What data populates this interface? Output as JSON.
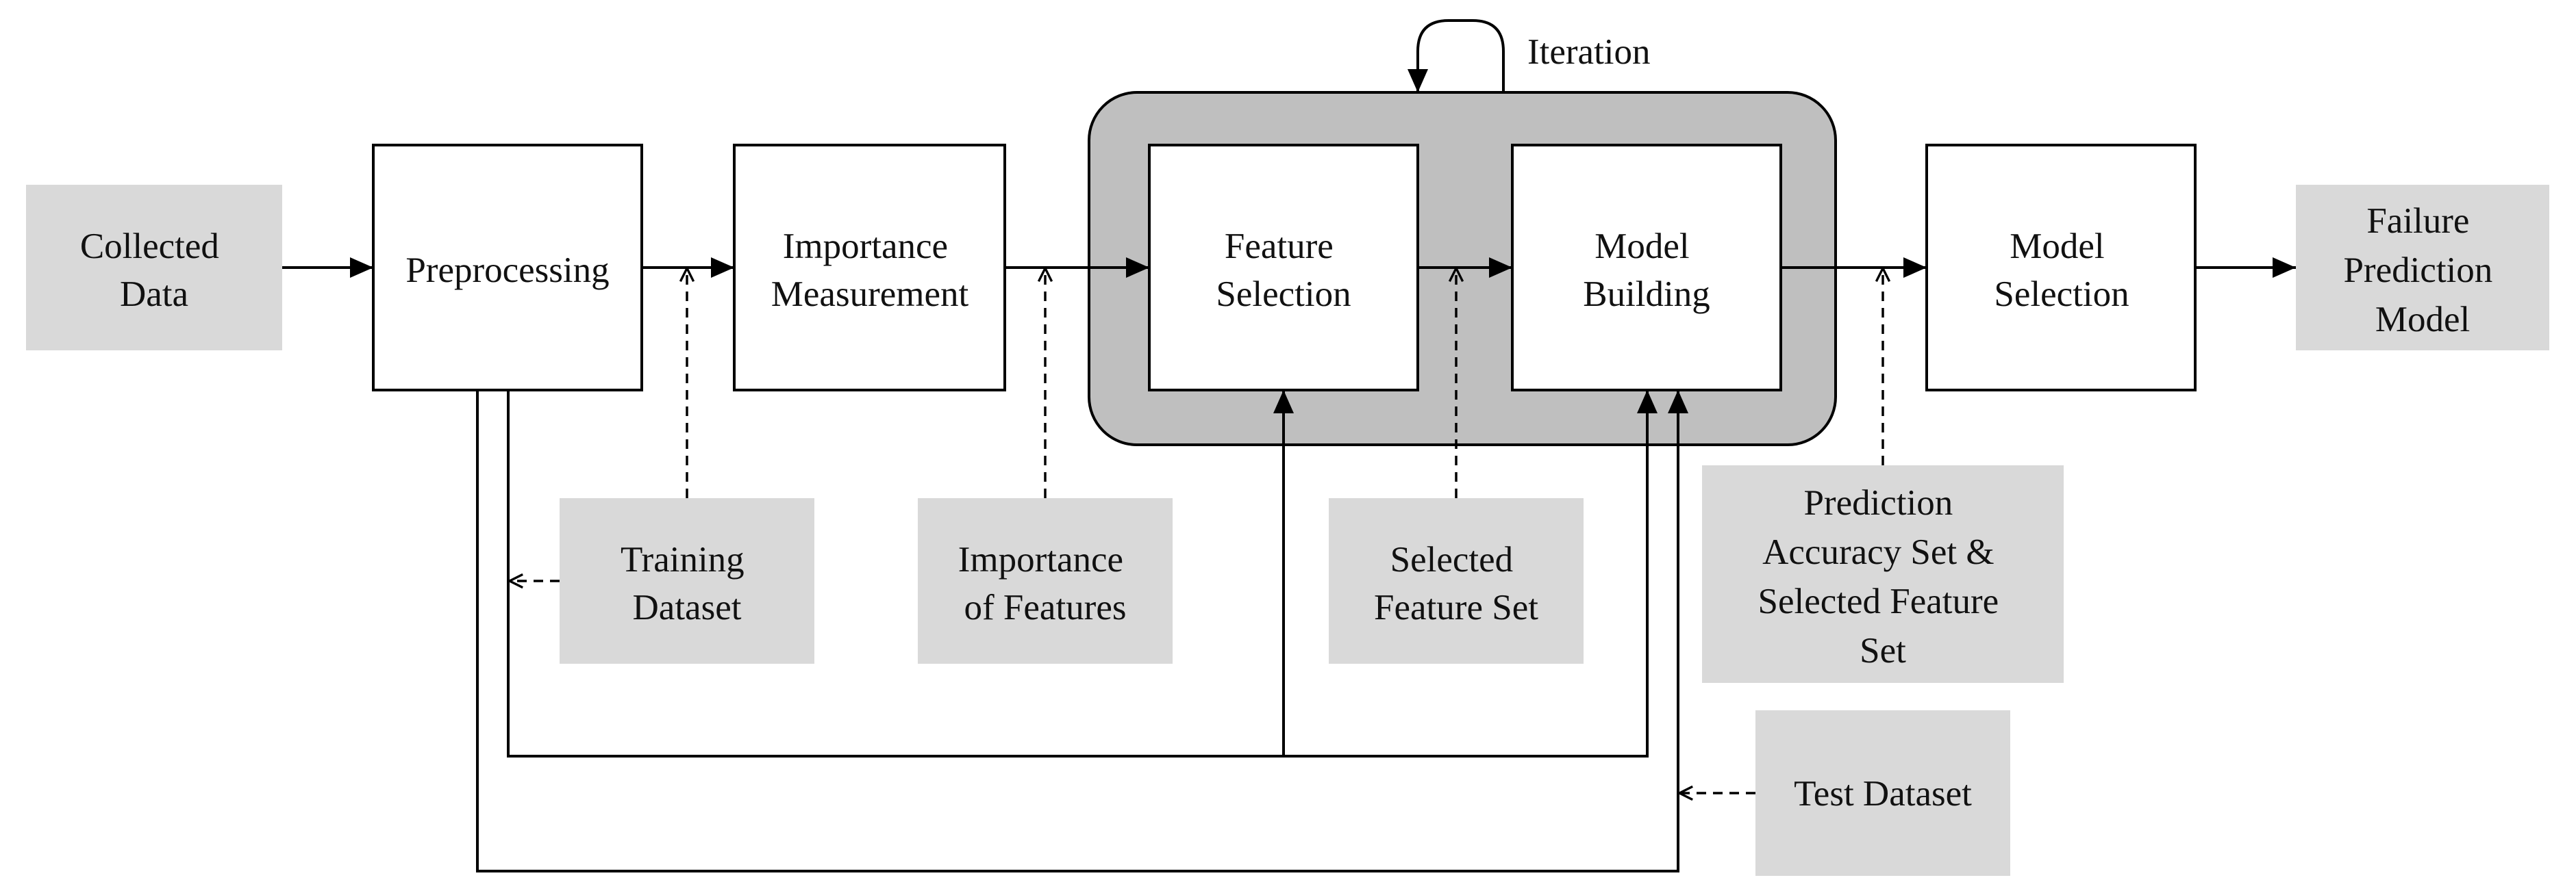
{
  "nodes": {
    "collected_data": [
      "Collected",
      "Data"
    ],
    "preprocessing": [
      "Preprocessing"
    ],
    "importance_measurement": [
      "Importance",
      "Measurement"
    ],
    "feature_selection": [
      "Feature",
      "Selection"
    ],
    "model_building": [
      "Model",
      "Building"
    ],
    "model_selection": [
      "Model",
      "Selection"
    ],
    "failure_prediction_model": [
      "Failure",
      "Prediction",
      "Model"
    ]
  },
  "artifacts": {
    "training_dataset": [
      "Training",
      "Dataset"
    ],
    "importance_of_features": [
      "Importance",
      "of Features"
    ],
    "selected_feature_set": [
      "Selected",
      "Feature Set"
    ],
    "prediction_accuracy_set": [
      "Prediction",
      "Accuracy Set &",
      "Selected Feature",
      "Set"
    ],
    "test_dataset": [
      "Test Dataset"
    ]
  },
  "loop_label": "Iteration",
  "colors": {
    "data_box": "#d9d9d9",
    "loop_container": "#bfbfbf",
    "process_box": "#ffffff",
    "line": "#000000"
  }
}
